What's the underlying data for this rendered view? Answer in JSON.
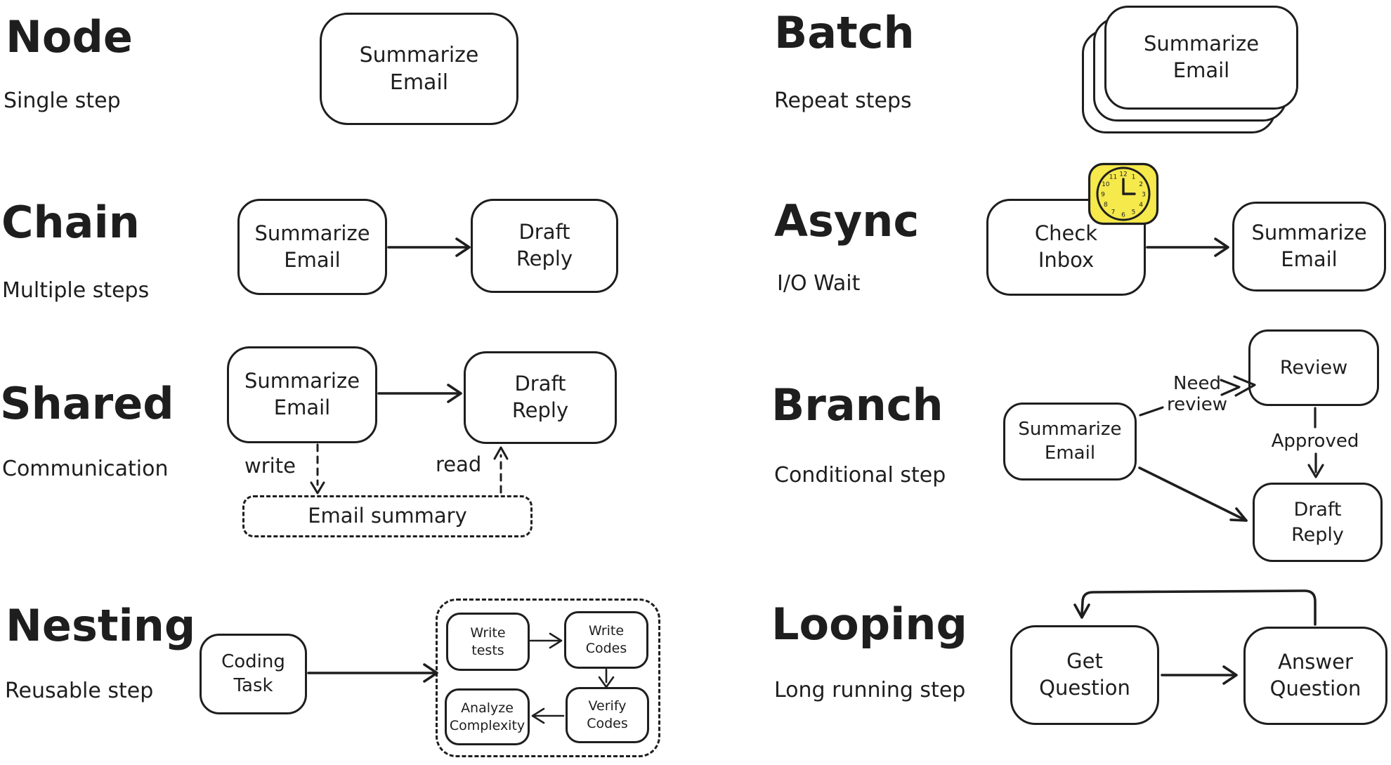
{
  "canvas": {
    "stroke_color": "#1e1e1e",
    "background": "#ffffff"
  },
  "sections": {
    "node": {
      "title": "Node",
      "subtitle": "Single step",
      "box": "Summarize\nEmail"
    },
    "chain": {
      "title": "Chain",
      "subtitle": "Multiple steps",
      "box1": "Summarize\nEmail",
      "box2": "Draft\nReply"
    },
    "shared": {
      "title": "Shared",
      "subtitle": "Communication",
      "box1": "Summarize\nEmail",
      "box2": "Draft\nReply",
      "store": "Email summary",
      "write_label": "write",
      "read_label": "read"
    },
    "nesting": {
      "title": "Nesting",
      "subtitle": "Reusable step",
      "box": "Coding\nTask",
      "inner1": "Write\ntests",
      "inner2": "Write\nCodes",
      "inner3": "Verify\nCodes",
      "inner4": "Analyze\nComplexity"
    },
    "batch": {
      "title": "Batch",
      "subtitle": "Repeat steps",
      "box": "Summarize\nEmail"
    },
    "async": {
      "title": "Async",
      "subtitle": "I/O Wait",
      "box1": "Check\nInbox",
      "box2": "Summarize\nEmail",
      "clock_icon": "clock-showing-3-oclock",
      "clock_color": "#f5e94b",
      "clock_numbers": [
        "12",
        "1",
        "2",
        "3",
        "4",
        "5",
        "6",
        "7",
        "8",
        "9",
        "10",
        "11"
      ]
    },
    "branch": {
      "title": "Branch",
      "subtitle": "Conditional step",
      "box1": "Summarize\nEmail",
      "review": "Review",
      "draft": "Draft\nReply",
      "label_need": "Need\nreview",
      "label_approved": "Approved"
    },
    "looping": {
      "title": "Looping",
      "subtitle": "Long running step",
      "box1": "Get\nQuestion",
      "box2": "Answer\nQuestion"
    }
  }
}
